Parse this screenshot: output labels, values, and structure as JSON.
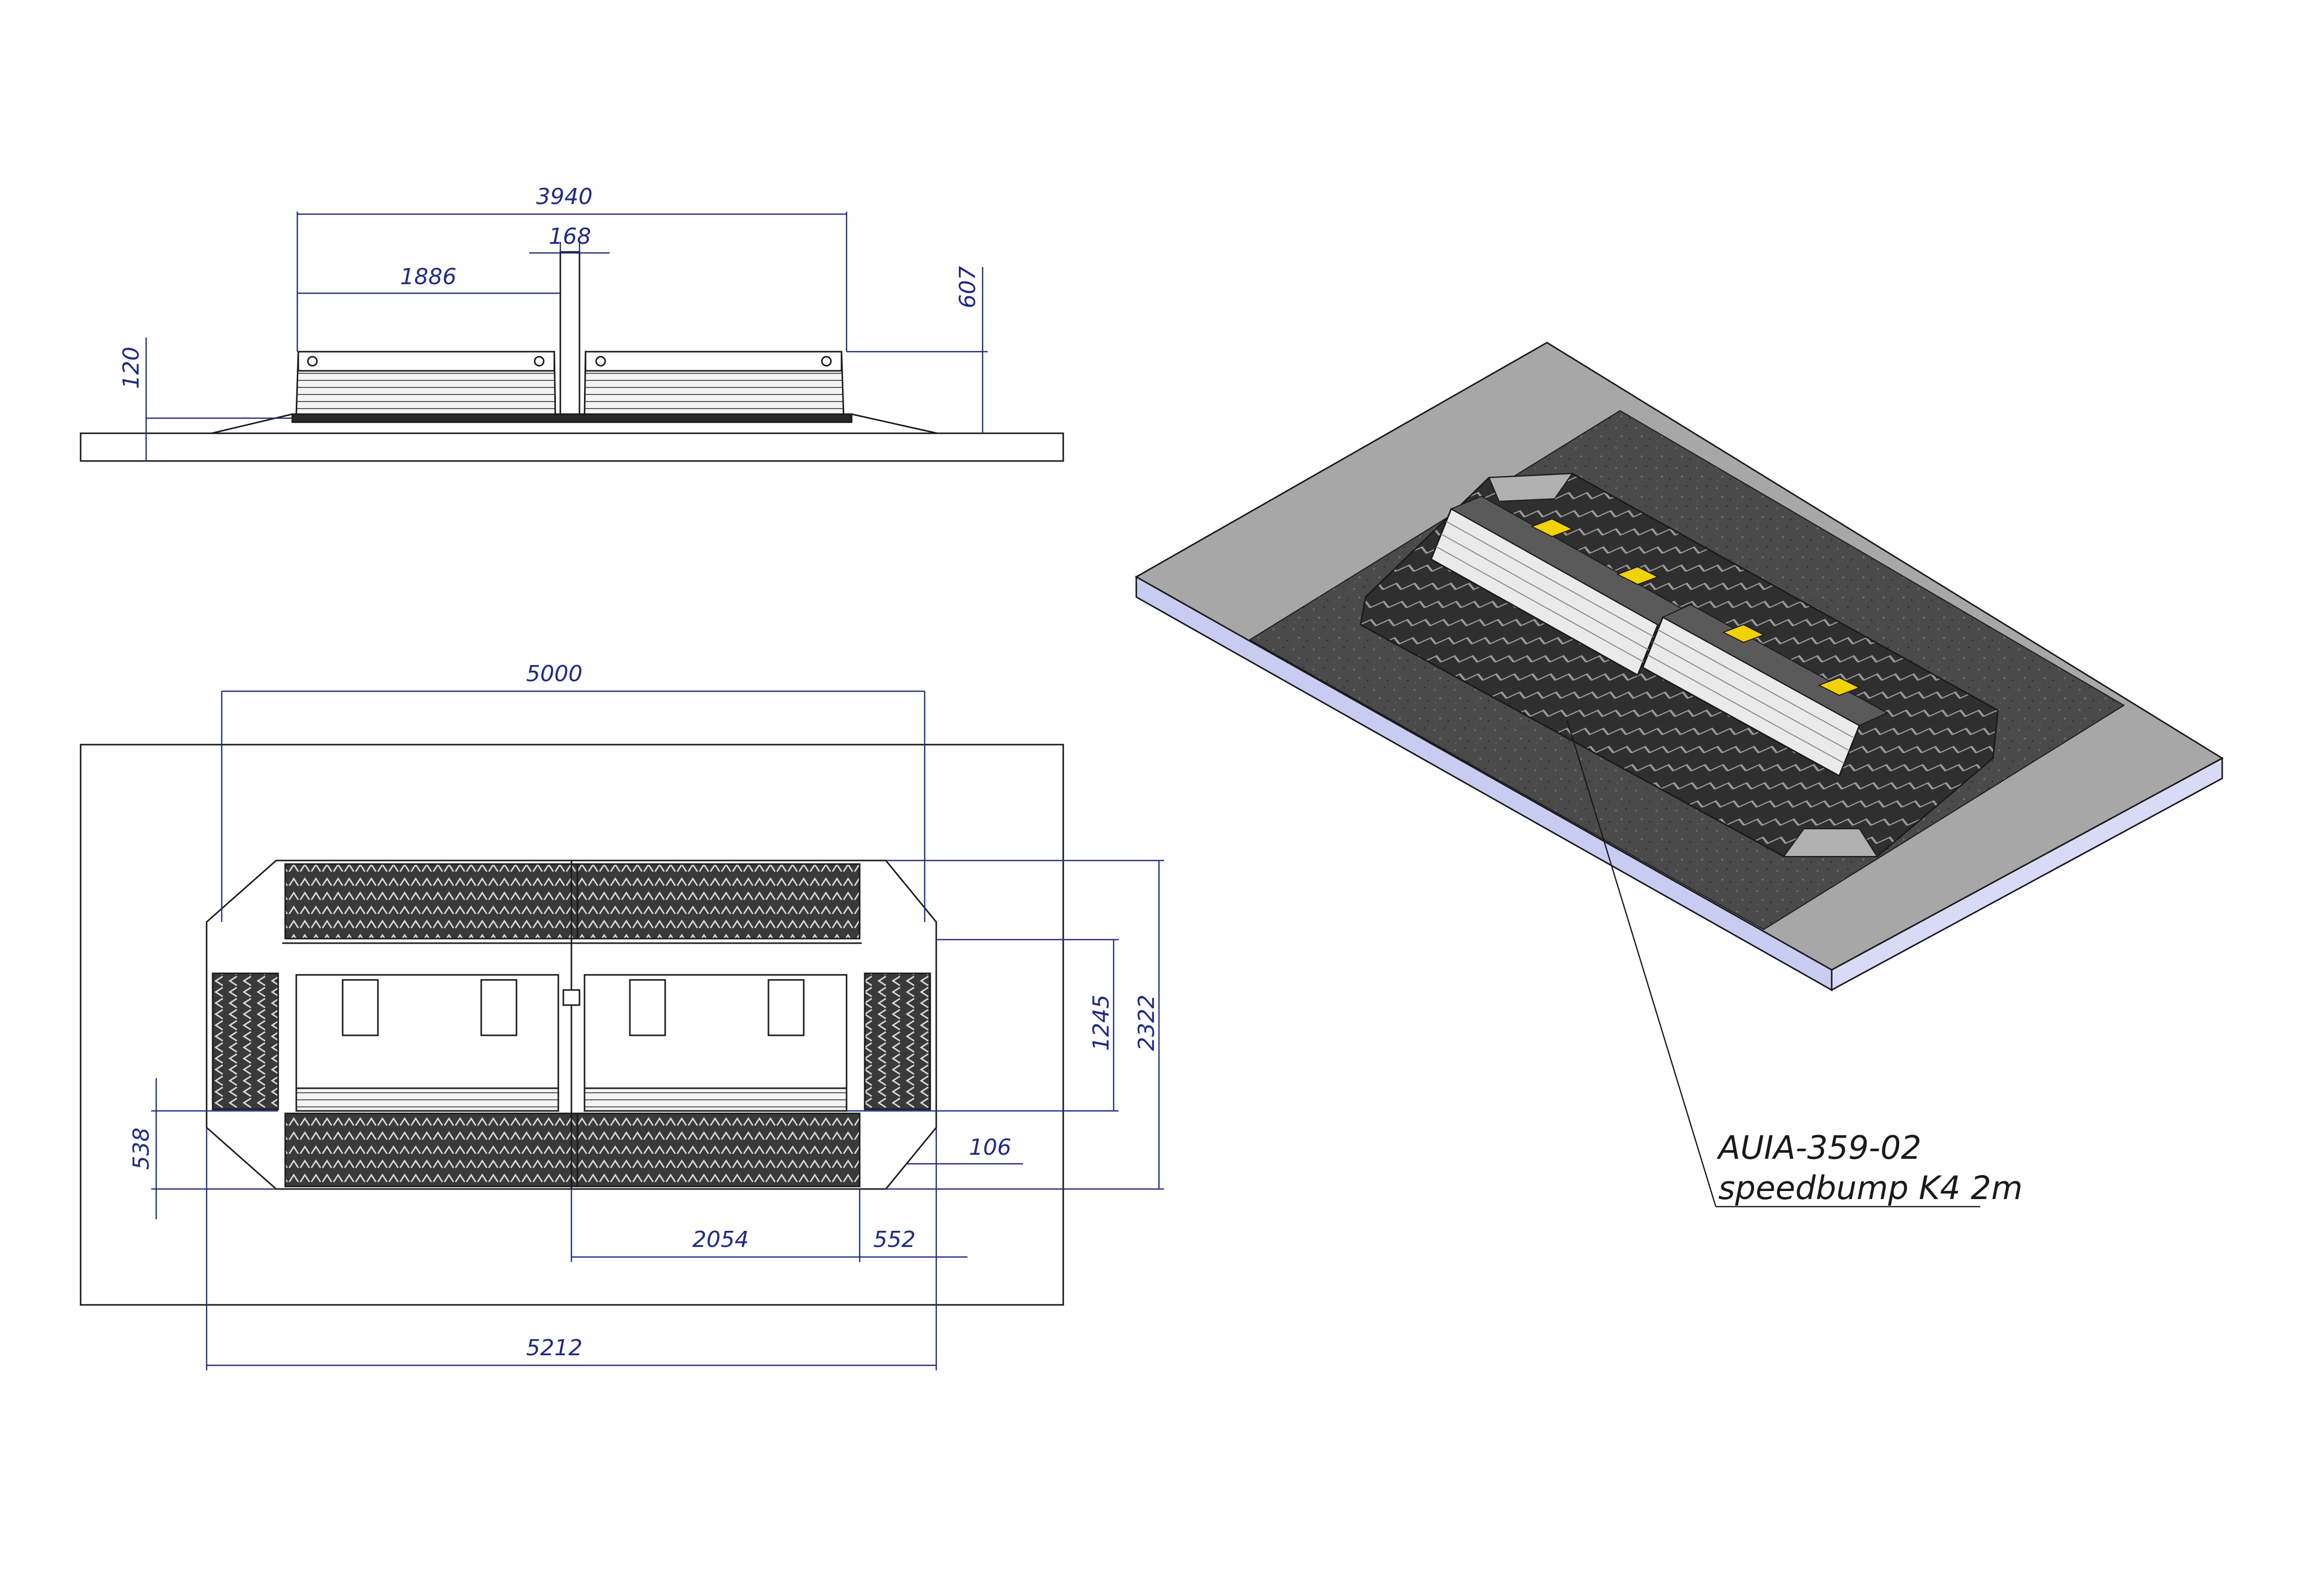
{
  "colors": {
    "dimension": "#1f2a8f",
    "line": "#1a1a1a",
    "concrete": "#a7a7a7",
    "asphalt": "#4a4a4a",
    "slab_edge": "#c8ccf0",
    "hazard": "#f2d200"
  },
  "side_view": {
    "dims": {
      "overall_width": "3940",
      "gap_width": "168",
      "module_width": "1886",
      "height": "607",
      "base_height": "120"
    }
  },
  "plan_view": {
    "dims": {
      "length": "5000",
      "overall_length": "5212",
      "width": "2322",
      "inner_width": "1245",
      "ramp_width": "538",
      "edge_offset": "106",
      "module_length": "2054",
      "ramp_length": "552"
    }
  },
  "iso_view": {
    "part_number": "AUIA-359-02",
    "description": "speedbump K4 2m"
  }
}
